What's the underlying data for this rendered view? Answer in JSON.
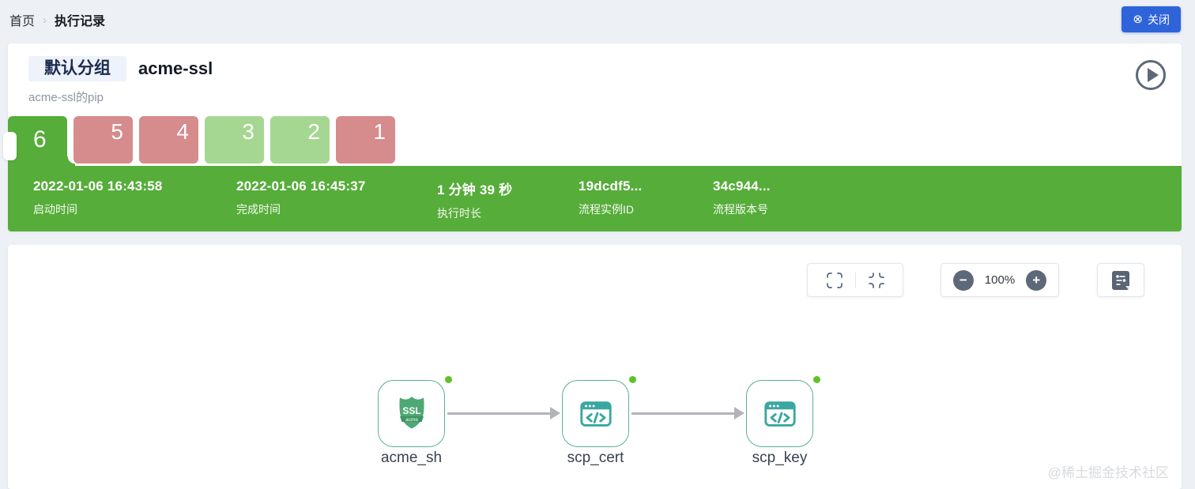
{
  "breadcrumb": {
    "home": "首页",
    "separator": "›",
    "current": "执行记录"
  },
  "close_button": {
    "icon": "⊗",
    "label": "关闭"
  },
  "header": {
    "group_badge": "默认分组",
    "title": "acme-ssl",
    "subtitle": "acme-ssl的pip"
  },
  "runs": [
    {
      "number": "6",
      "status": "success",
      "active": true
    },
    {
      "number": "5",
      "status": "failed",
      "active": false
    },
    {
      "number": "4",
      "status": "failed",
      "active": false
    },
    {
      "number": "3",
      "status": "success",
      "active": false
    },
    {
      "number": "2",
      "status": "success",
      "active": false
    },
    {
      "number": "1",
      "status": "failed",
      "active": false
    }
  ],
  "run_detail": {
    "fields": [
      {
        "value": "2022-01-06 16:43:58",
        "label": "启动时间"
      },
      {
        "value": "2022-01-06 16:45:37",
        "label": "完成时间"
      },
      {
        "value": "1 分钟 39 秒",
        "label": "执行时长"
      },
      {
        "value": "19dcdf5...",
        "label": "流程实例ID"
      },
      {
        "value": "34c944...",
        "label": "流程版本号"
      }
    ]
  },
  "canvas_toolbar": {
    "fit_view_icon": "fit-screen",
    "actual_size_icon": "shrink-screen",
    "zoom_out_glyph": "−",
    "zoom_level": "100%",
    "zoom_in_glyph": "+",
    "log_icon": "flow-log"
  },
  "flow": {
    "nodes": [
      {
        "label": "acme_sh",
        "icon": "ssl-shield-icon",
        "status_dot": "green"
      },
      {
        "label": "scp_cert",
        "icon": "code-window-icon",
        "status_dot": "green"
      },
      {
        "label": "scp_key",
        "icon": "code-window-icon",
        "status_dot": "green"
      }
    ]
  },
  "watermark": "@稀土掘金技术社区",
  "colors": {
    "success_green": "#56ad3a",
    "failed_red": "#d68b8d",
    "passed_light_green": "#a5d792",
    "accent_blue": "#2e63d9",
    "node_teal": "#3aa7a1",
    "status_dot_green": "#5ec228"
  }
}
